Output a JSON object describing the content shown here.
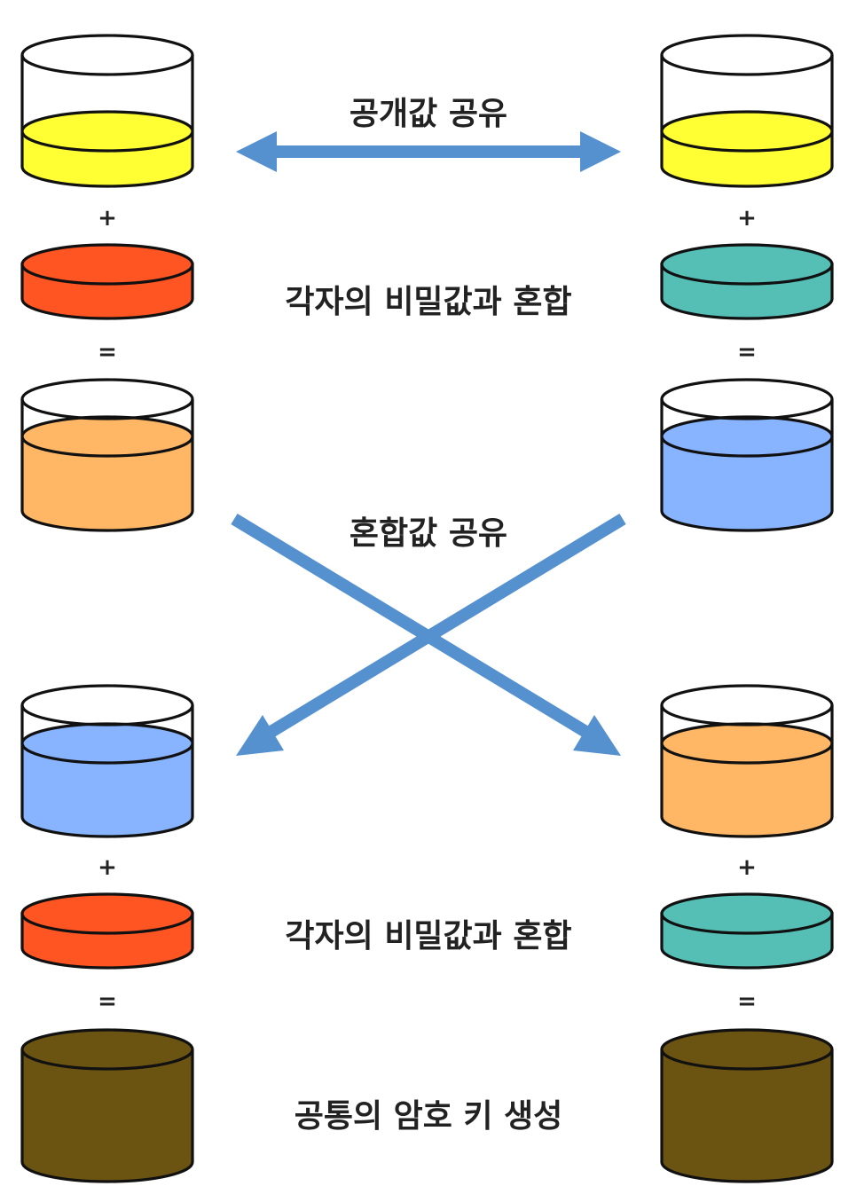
{
  "labels": {
    "public_share": "공개값 공유",
    "mix_secret_1": "각자의 비밀값과 혼합",
    "mixed_share": "혼합값 공유",
    "mix_secret_2": "각자의 비밀값과 혼합",
    "shared_key": "공통의 암호 키 생성"
  },
  "operators": {
    "plus": "+",
    "equals": "="
  },
  "colors": {
    "public": "#ffff33",
    "secret_left": "#ff5522",
    "secret_right": "#55bfb6",
    "mixed_left": "#ffb766",
    "mixed_right": "#88b4ff",
    "shared_key": "#6b5312",
    "arrow": "#5591cf",
    "outline": "#111111"
  }
}
